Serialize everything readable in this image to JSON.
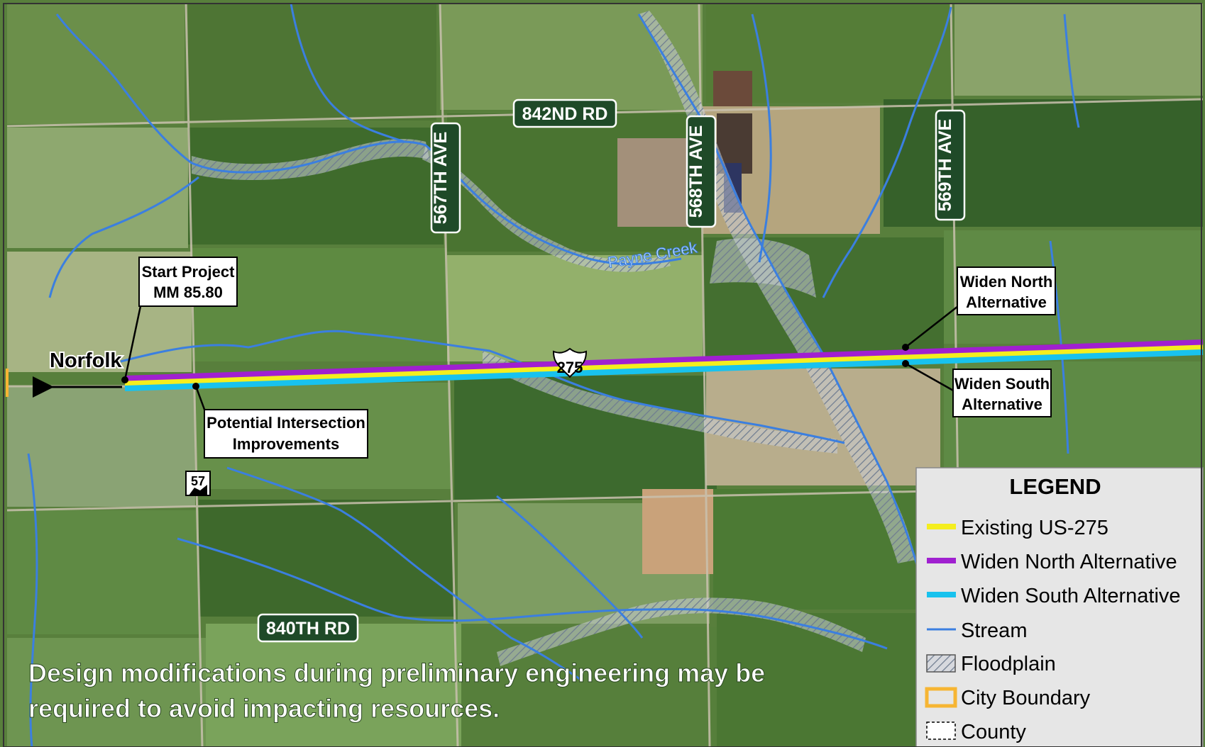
{
  "colors": {
    "existing": "#f4ee1e",
    "north": "#a020d0",
    "south": "#18c2ee",
    "stream": "#3b7fe0",
    "floodplain": "#8a96a8",
    "city_boundary": "#f7b533",
    "road_label_bg": "#1f4a28"
  },
  "roads": {
    "r842": "842ND RD",
    "r840": "840TH RD",
    "a567": "567TH AVE",
    "a568": "568TH AVE",
    "a569": "569TH AVE"
  },
  "places": {
    "norfolk": "Norfolk",
    "payne_creek": "Payne Creek"
  },
  "shields": {
    "us": "275",
    "state": "57"
  },
  "callouts": {
    "start_project": [
      "Start Project",
      "MM 85.80"
    ],
    "intersection": [
      "Potential Intersection",
      "Improvements"
    ],
    "widen_north": [
      "Widen North",
      "Alternative"
    ],
    "widen_south": [
      "Widen South",
      "Alternative"
    ]
  },
  "note": [
    "Design modifications during preliminary engineering may be",
    "required to avoid impacting resources."
  ],
  "legend": {
    "title": "LEGEND",
    "items": [
      {
        "label": "Existing US-275",
        "symbol": "line-yellow"
      },
      {
        "label": "Widen North Alternative",
        "symbol": "line-purple"
      },
      {
        "label": "Widen South Alternative",
        "symbol": "line-cyan"
      },
      {
        "label": "Stream",
        "symbol": "line-stream"
      },
      {
        "label": "Floodplain",
        "symbol": "hatch"
      },
      {
        "label": "City Boundary",
        "symbol": "box-orange"
      },
      {
        "label": "County",
        "symbol": "box-dashed"
      }
    ]
  }
}
